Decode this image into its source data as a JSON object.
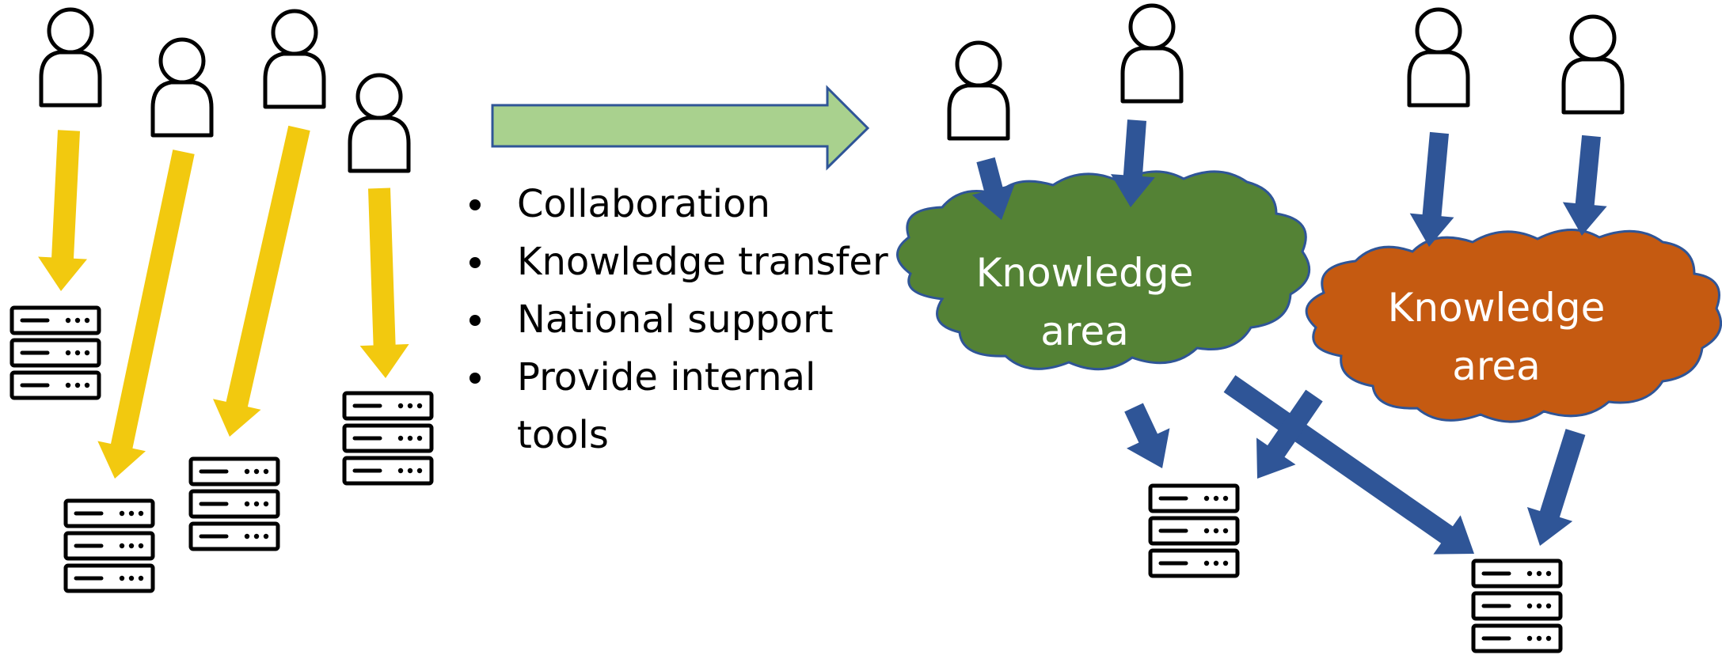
{
  "bullets": [
    "Collaboration",
    "Knowledge transfer",
    "National support",
    "Provide internal tools"
  ],
  "clouds": [
    {
      "label_line1": "Knowledge",
      "label_line2": "area",
      "color": "#548235"
    },
    {
      "label_line1": "Knowledge",
      "label_line2": "area",
      "color": "#c55a11"
    }
  ],
  "colors": {
    "yellow_arrow": "#f2c90f",
    "blue_arrow": "#2f5597",
    "transition_arrow_fill": "#a9d18e",
    "transition_arrow_stroke": "#2f5597",
    "icon_stroke": "#000000"
  },
  "icons": {
    "person": "person-icon",
    "server": "server-icon"
  }
}
